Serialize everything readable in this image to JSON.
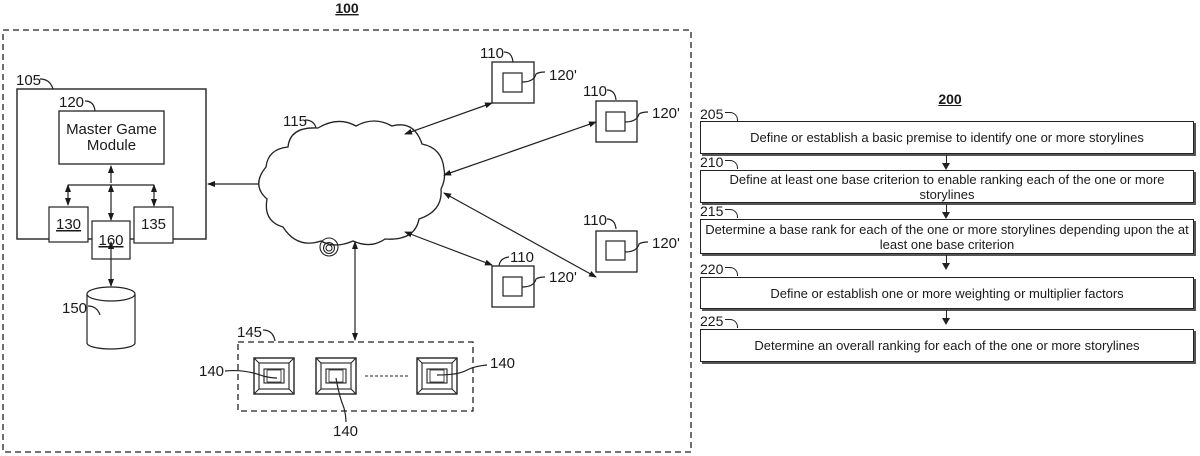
{
  "figure_100": {
    "title": "100",
    "server": {
      "ref": "105",
      "master_module": {
        "ref": "120",
        "label_line1": "Master Game",
        "label_line2": "Module"
      },
      "sub_blocks": [
        {
          "ref": "130"
        },
        {
          "ref": "160"
        },
        {
          "ref": "135"
        }
      ]
    },
    "database": {
      "ref": "150"
    },
    "network": {
      "ref": "115"
    },
    "client_devices": [
      {
        "ref": "110",
        "module_ref": "120'"
      },
      {
        "ref": "110",
        "module_ref": "120'"
      },
      {
        "ref": "110",
        "module_ref": "120'"
      },
      {
        "ref": "110",
        "module_ref": "120'"
      }
    ],
    "terminal_group": {
      "ref": "145",
      "terminals": [
        {
          "ref": "140"
        },
        {
          "ref": "140"
        },
        {
          "ref": "140"
        }
      ]
    }
  },
  "figure_200": {
    "title": "200",
    "steps": [
      {
        "ref": "205",
        "text": "Define or establish a basic premise to identify one or more storylines"
      },
      {
        "ref": "210",
        "text": "Define at least one base criterion to enable ranking each of the one or more storylines"
      },
      {
        "ref": "215",
        "text": "Determine a base rank for each of the one or more storylines depending upon the at least one base criterion"
      },
      {
        "ref": "220",
        "text": "Define or establish one or more weighting or multiplier factors"
      },
      {
        "ref": "225",
        "text": "Determine an overall ranking for each of the one or more storylines"
      }
    ]
  }
}
